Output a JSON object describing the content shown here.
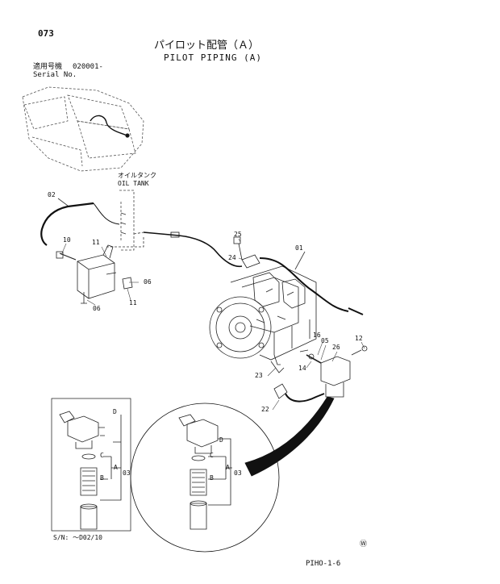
{
  "header": {
    "page_number": "073",
    "title_ja": "パイロット配管（Ａ）",
    "title_en": "PILOT PIPING (A)"
  },
  "serial": {
    "label_ja": "適用号機",
    "label_en": "Serial No.",
    "value": "020001-"
  },
  "oil_tank": {
    "label_ja": "オイルタンク",
    "label_en": "OIL TANK"
  },
  "parts": [
    {
      "id": "p01",
      "text": "01"
    },
    {
      "id": "p02",
      "text": "02"
    },
    {
      "id": "p10",
      "text": "10"
    },
    {
      "id": "p11a",
      "text": "11"
    },
    {
      "id": "p06a",
      "text": "06"
    },
    {
      "id": "p11b",
      "text": "11"
    },
    {
      "id": "p06b",
      "text": "06"
    },
    {
      "id": "p25",
      "text": "25"
    },
    {
      "id": "p24",
      "text": "24"
    },
    {
      "id": "p16",
      "text": "16"
    },
    {
      "id": "p05",
      "text": "05"
    },
    {
      "id": "p12",
      "text": "12"
    },
    {
      "id": "p26",
      "text": "26"
    },
    {
      "id": "p14",
      "text": "14"
    },
    {
      "id": "p23",
      "text": "23"
    },
    {
      "id": "p22",
      "text": "22"
    }
  ],
  "detail_left": {
    "D": "D",
    "C": "C",
    "A": "A",
    "B": "B",
    "num": "03",
    "serial_note": "S/N: ～D02/10"
  },
  "detail_right": {
    "D": "D",
    "C": "C",
    "A": "A",
    "B": "B",
    "num": "03"
  },
  "footer": {
    "mark": "Ⓦ",
    "code": "PIHO-1-6"
  }
}
